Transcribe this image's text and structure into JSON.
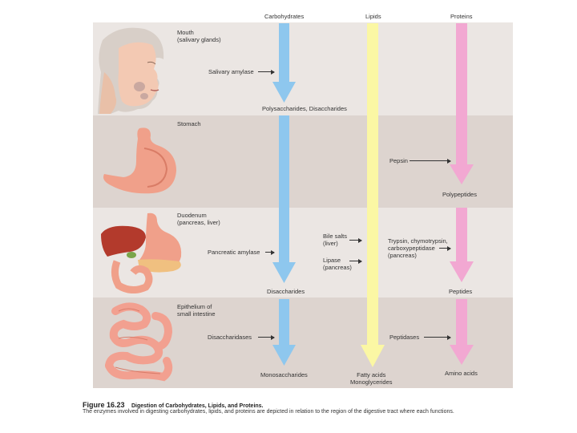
{
  "columns": {
    "carbohydrates": "Carbohydrates",
    "lipids": "Lipids",
    "proteins": "Proteins"
  },
  "regions": {
    "mouth": "Mouth\n(salivary glands)",
    "stomach": "Stomach",
    "duodenum": "Duodenum\n(pancreas, liver)",
    "epithelium": "Epithelium of\nsmall intestine"
  },
  "enzymes": {
    "salivary_amylase": "Salivary amylase",
    "pepsin": "Pepsin",
    "pancreatic_amylase": "Pancreatic amylase",
    "bile_salts": "Bile salts\n(liver)",
    "lipase": "Lipase\n(pancreas)",
    "trypsin": "Trypsin, chymotrypsin,\ncarboxypeptidase\n(pancreas)",
    "disaccharidases": "Disaccharidases",
    "peptidases": "Peptidases"
  },
  "products": {
    "poly_di": "Polysaccharides, Disaccharides",
    "polypeptides": "Polypeptides",
    "disaccharides": "Disaccharides",
    "peptides": "Peptides",
    "monosaccharides": "Monosaccharides",
    "fatty_acids": "Fatty acids\nMonoglycerides",
    "amino_acids": "Amino acids"
  },
  "figure": {
    "number": "Figure 16.23",
    "title": "Digestion of Carbohydrates, Lipids, and Proteins.",
    "caption": "The enzymes involved in digesting carbohydrates, lipids, and proteins are depicted in relation to the region of the digestive tract where each functions."
  },
  "colors": {
    "carbohydrates": "#8ec7ee",
    "lipids": "#fbf7a4",
    "proteins": "#f2a8d2"
  }
}
